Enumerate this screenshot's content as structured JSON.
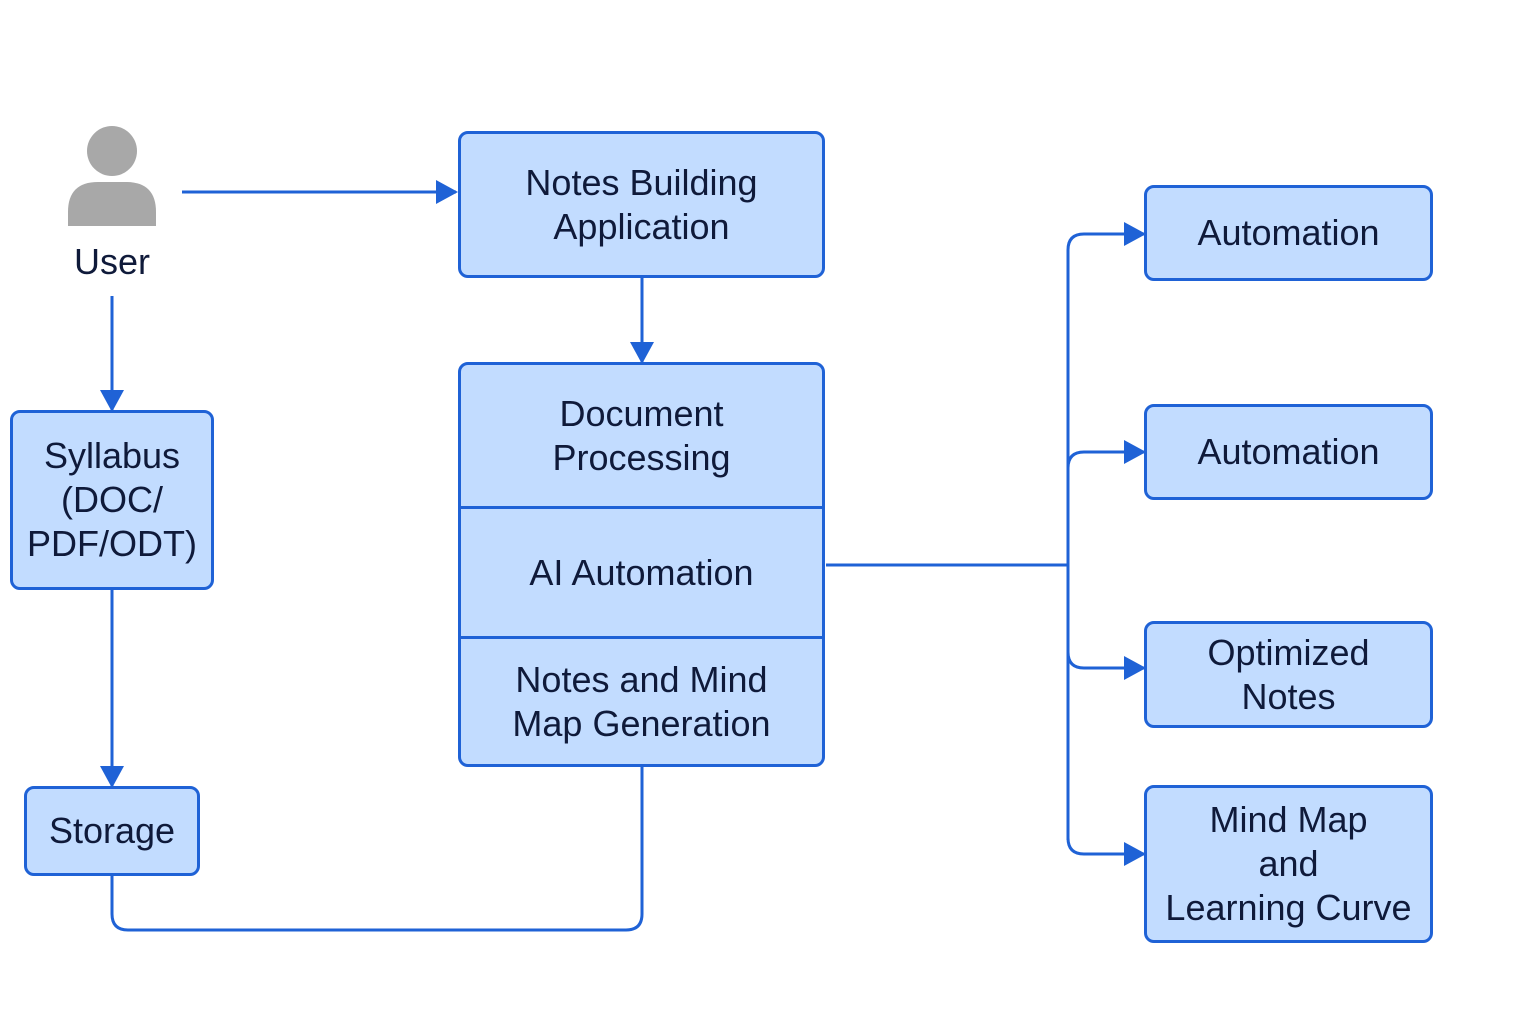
{
  "actor": {
    "label": "User",
    "icon": "user-icon"
  },
  "nodes": {
    "app": "Notes Building\nApplication",
    "syllabus": "Syllabus\n(DOC/\nPDF/ODT)",
    "storage": "Storage",
    "processing": {
      "document_processing": "Document\nProcessing",
      "ai_automation": "AI Automation",
      "notes_mindmap": "Notes and Mind\nMap Generation"
    },
    "outputs": [
      "Automation",
      "Automation",
      "Optimized\nNotes",
      "Mind Map\nand\nLearning Curve"
    ]
  },
  "colors": {
    "box_fill": "#c2dcff",
    "stroke": "#1f62d6",
    "text": "#0f1a3a",
    "user_icon": "#a8a8a8"
  }
}
